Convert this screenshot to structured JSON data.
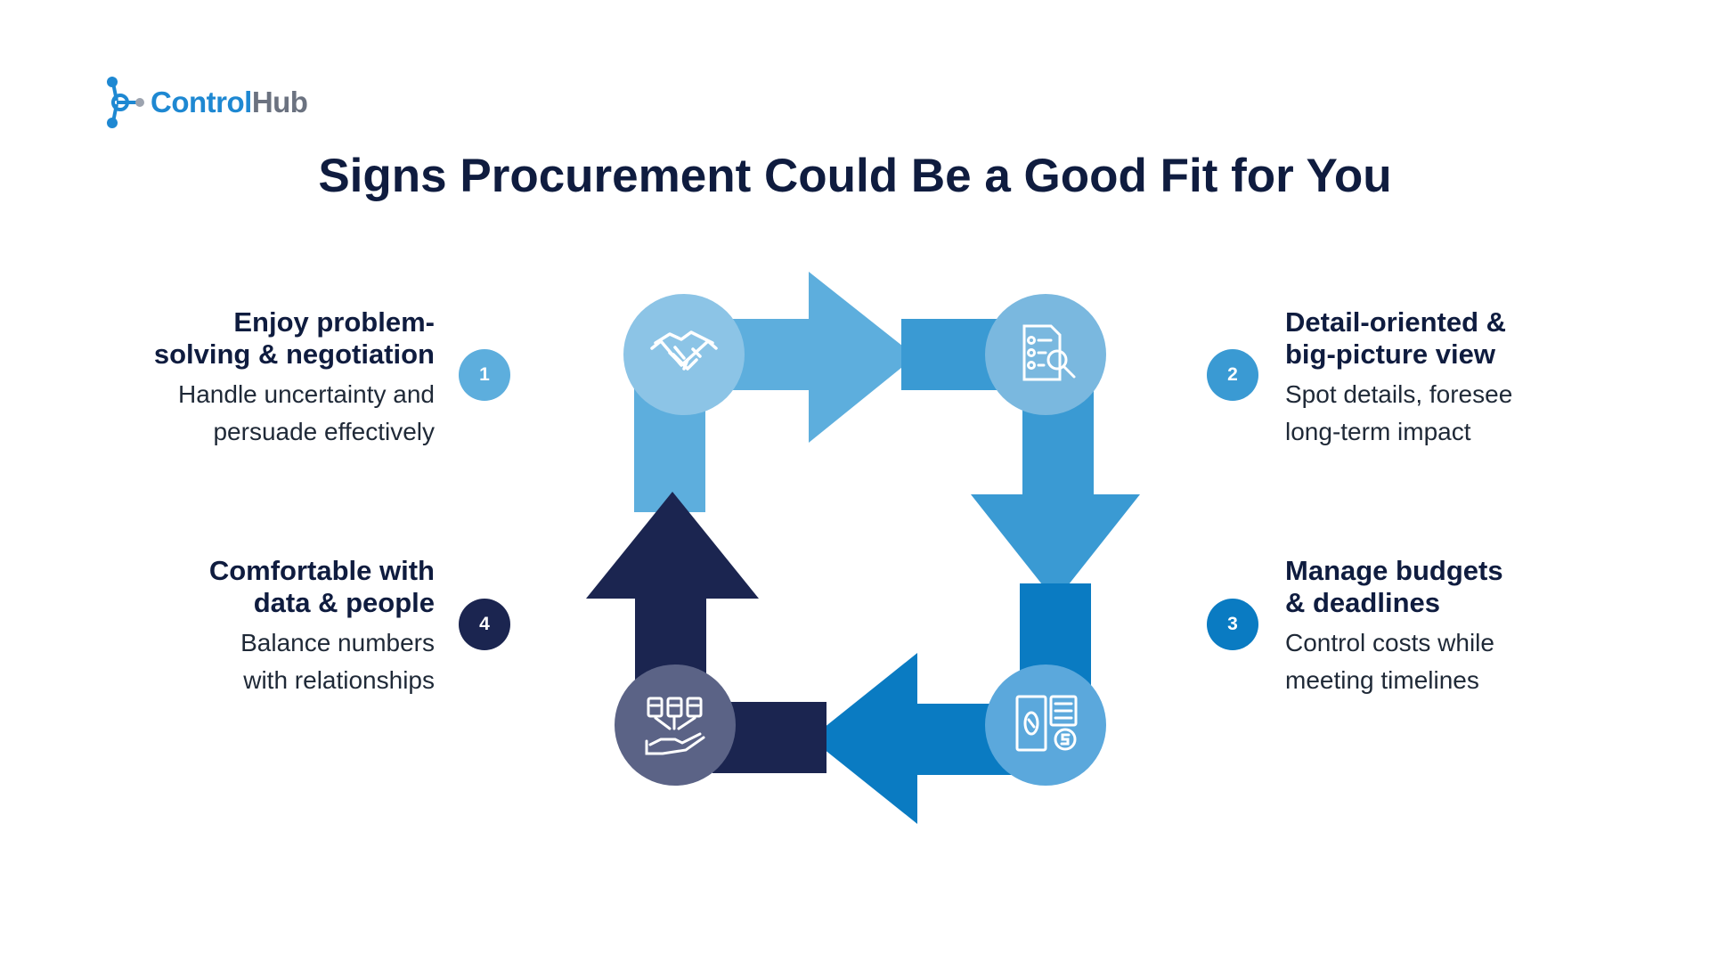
{
  "brand": {
    "name_part1": "Control",
    "name_part2": "Hub",
    "accent_color": "#1e88d2"
  },
  "title": "Signs Procurement Could Be a Good Fit for You",
  "colors": {
    "step1": "#5daedd",
    "step2": "#3a9ad3",
    "step3": "#0a7bc2",
    "step4": "#1b2550"
  },
  "steps": [
    {
      "number": "1",
      "heading_line1": "Enjoy problem-",
      "heading_line2": "solving & negotiation",
      "desc_line1": "Handle uncertainty and",
      "desc_line2": "persuade effectively",
      "icon": "handshake-icon"
    },
    {
      "number": "2",
      "heading_line1": "Detail-oriented &",
      "heading_line2": "big-picture view",
      "desc_line1": "Spot details, foresee",
      "desc_line2": "long-term impact",
      "icon": "checklist-magnifier-icon"
    },
    {
      "number": "3",
      "heading_line1": "Manage budgets",
      "heading_line2": "& deadlines",
      "desc_line1": "Control costs while",
      "desc_line2": "meeting timelines",
      "icon": "money-calculator-icon"
    },
    {
      "number": "4",
      "heading_line1": "Comfortable with",
      "heading_line2": "data & people",
      "desc_line1": "Balance numbers",
      "desc_line2": "with relationships",
      "icon": "documents-hand-icon"
    }
  ]
}
